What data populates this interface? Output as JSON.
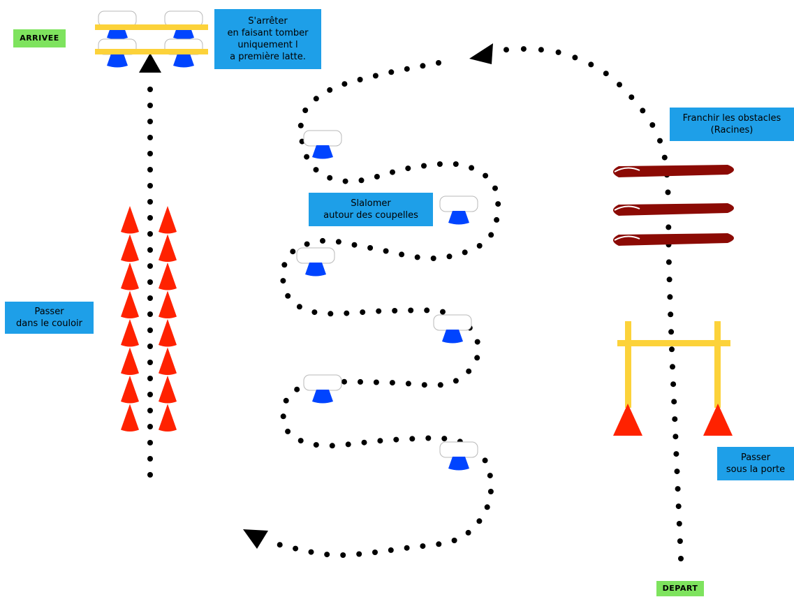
{
  "labels": {
    "arrivee": "ARRIVEE",
    "depart": "DEPART",
    "stop": [
      "S'arrêter",
      "en faisant tomber",
      "uniquement l",
      "a première latte."
    ],
    "obstacles": [
      "Franchir les obstacles",
      "(Racines)"
    ],
    "slalom": [
      "Slalomer",
      "autour des coupelles"
    ],
    "corridor": [
      "Passer",
      "dans le couloir"
    ],
    "gate": [
      "Passer",
      "sous la porte"
    ]
  },
  "colors": {
    "label_bg": "#1e9fe8",
    "tag_bg": "#7ee35e",
    "cone_red": "#ff2200",
    "cup_blue": "#0044ff",
    "bar_yellow": "#fcd23a",
    "log_red": "#8b0a04",
    "path_dot": "#000000"
  },
  "icons": [
    "dotted-path",
    "arrow-head",
    "red-cone",
    "blue-cup",
    "yellow-bar",
    "log",
    "gate"
  ]
}
